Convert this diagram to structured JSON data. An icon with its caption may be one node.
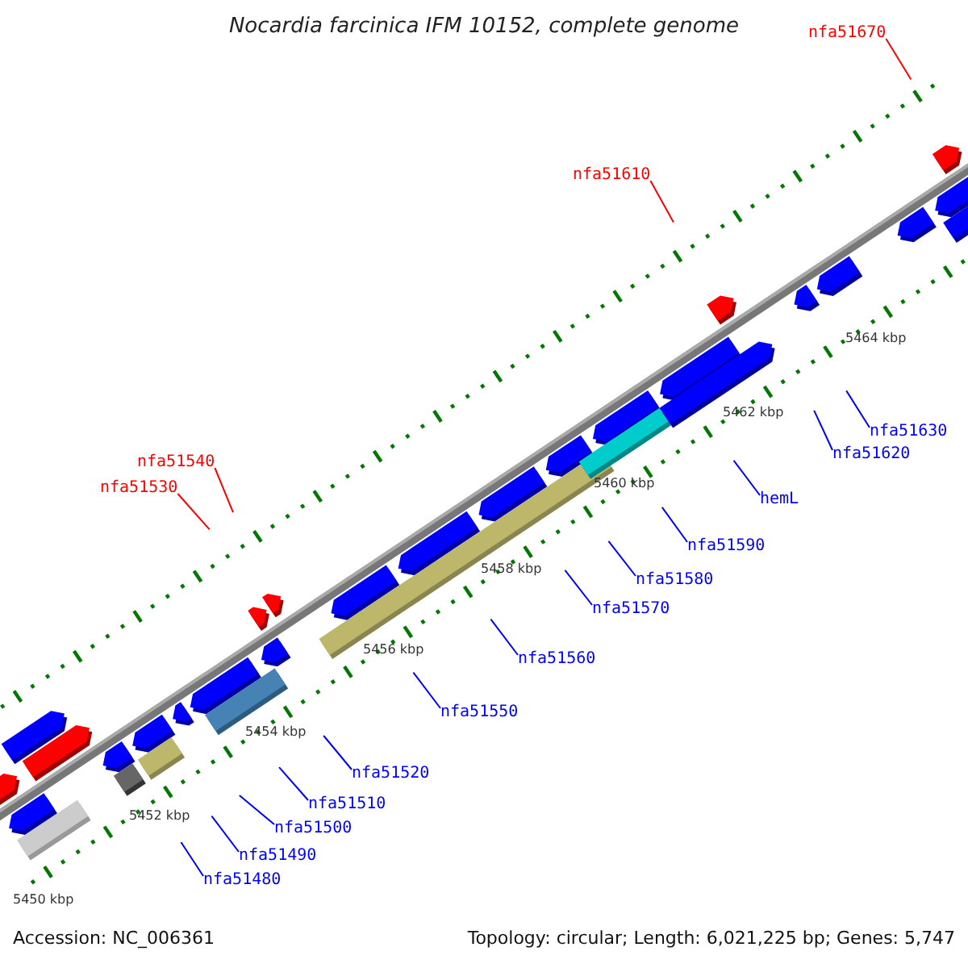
{
  "diagram": {
    "title": "Nocardia farcinica IFM 10152, complete genome",
    "nodes": [
      {
        "text": [
          "nfa51670"
        ]
      },
      {
        "text": [
          "nfa51610"
        ]
      },
      {
        "text": [
          "nfa51630"
        ]
      },
      {
        "text": [
          "nfa51620"
        ]
      },
      {
        "text": [
          "nfa51540"
        ]
      },
      {
        "text": [
          "nfa51530"
        ]
      },
      {
        "text": [
          "hemL"
        ]
      },
      {
        "text": [
          "nfa51590"
        ]
      },
      {
        "text": [
          "nfa51580"
        ]
      },
      {
        "text": [
          "nfa51570"
        ]
      },
      {
        "text": [
          "nfa51560"
        ]
      },
      {
        "text": [
          "nfa51550"
        ]
      },
      {
        "text": [
          "nfa51520"
        ]
      },
      {
        "text": [
          "nfa51510"
        ]
      },
      {
        "text": [
          "nfa51500"
        ]
      },
      {
        "text": [
          "nfa51490"
        ]
      },
      {
        "text": [
          "nfa51480"
        ]
      }
    ],
    "edges": [
      {
        "from": 0,
        "to": null,
        "arrow": "none",
        "color": "#ff0000"
      },
      {
        "from": 1,
        "to": null,
        "arrow": "none",
        "color": "#ff0000"
      },
      {
        "from": 2,
        "to": null,
        "arrow": "none"
      },
      {
        "from": 3,
        "to": null,
        "arrow": "none"
      },
      {
        "from": 4,
        "to": null,
        "arrow": "none",
        "color": "#ff0000"
      },
      {
        "from": 5,
        "to": null,
        "arrow": "none",
        "color": "#ff0000"
      },
      {
        "from": 6,
        "to": null,
        "arrow": "none"
      },
      {
        "from": 7,
        "to": null,
        "arrow": "none"
      },
      {
        "from": 8,
        "to": null,
        "arrow": "none"
      },
      {
        "from": 9,
        "to": null,
        "arrow": "none"
      },
      {
        "from": 10,
        "to": null,
        "arrow": "none"
      },
      {
        "from": 11,
        "to": null,
        "arrow": "none"
      },
      {
        "from": 12,
        "to": null,
        "arrow": "none"
      },
      {
        "from": 13,
        "to": null,
        "arrow": "none"
      },
      {
        "from": 14,
        "to": null,
        "arrow": "none"
      },
      {
        "from": 15,
        "to": null,
        "arrow": "none"
      },
      {
        "from": 16,
        "to": null,
        "arrow": "none"
      }
    ],
    "labels": [
      "5464 kbp",
      "5462 kbp",
      "5460 kbp",
      "5458 kbp",
      "5456 kbp",
      "5454 kbp",
      "5452 kbp",
      "5450 kbp",
      "Accession: NC_006361",
      "Topology: circular; Length: 6,021,225 bp; Genes: 5,747"
    ]
  }
}
